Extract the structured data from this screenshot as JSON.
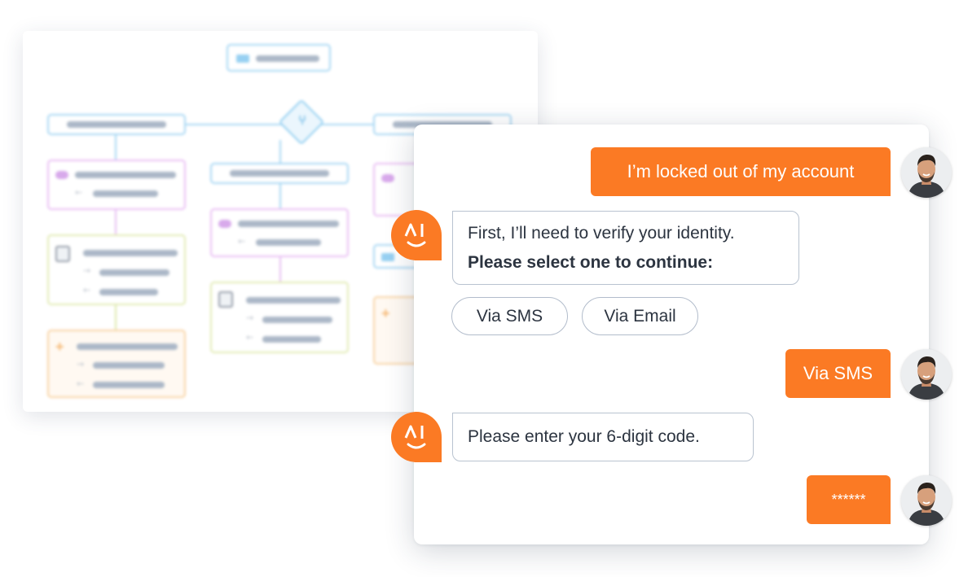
{
  "flowchart": {
    "icons": [
      "message-icon",
      "branch-icon",
      "cloud-icon",
      "document-icon",
      "plus-icon"
    ]
  },
  "chat": {
    "messages": [
      {
        "role": "user",
        "text": "I’m locked out of my account"
      },
      {
        "role": "bot",
        "lines": [
          "First, I’ll need to verify your identity.",
          "Please select one to continue:"
        ]
      },
      {
        "role": "user",
        "text": "Via SMS"
      },
      {
        "role": "bot",
        "lines": [
          "Please enter your 6-digit code."
        ]
      },
      {
        "role": "user",
        "text": "******"
      }
    ],
    "options": [
      "Via SMS",
      "Via Email"
    ],
    "bot_avatar_text": "AI",
    "colors": {
      "accent": "#fb7a24",
      "bot_border": "#b9c3d0",
      "text": "#2c3440"
    }
  }
}
